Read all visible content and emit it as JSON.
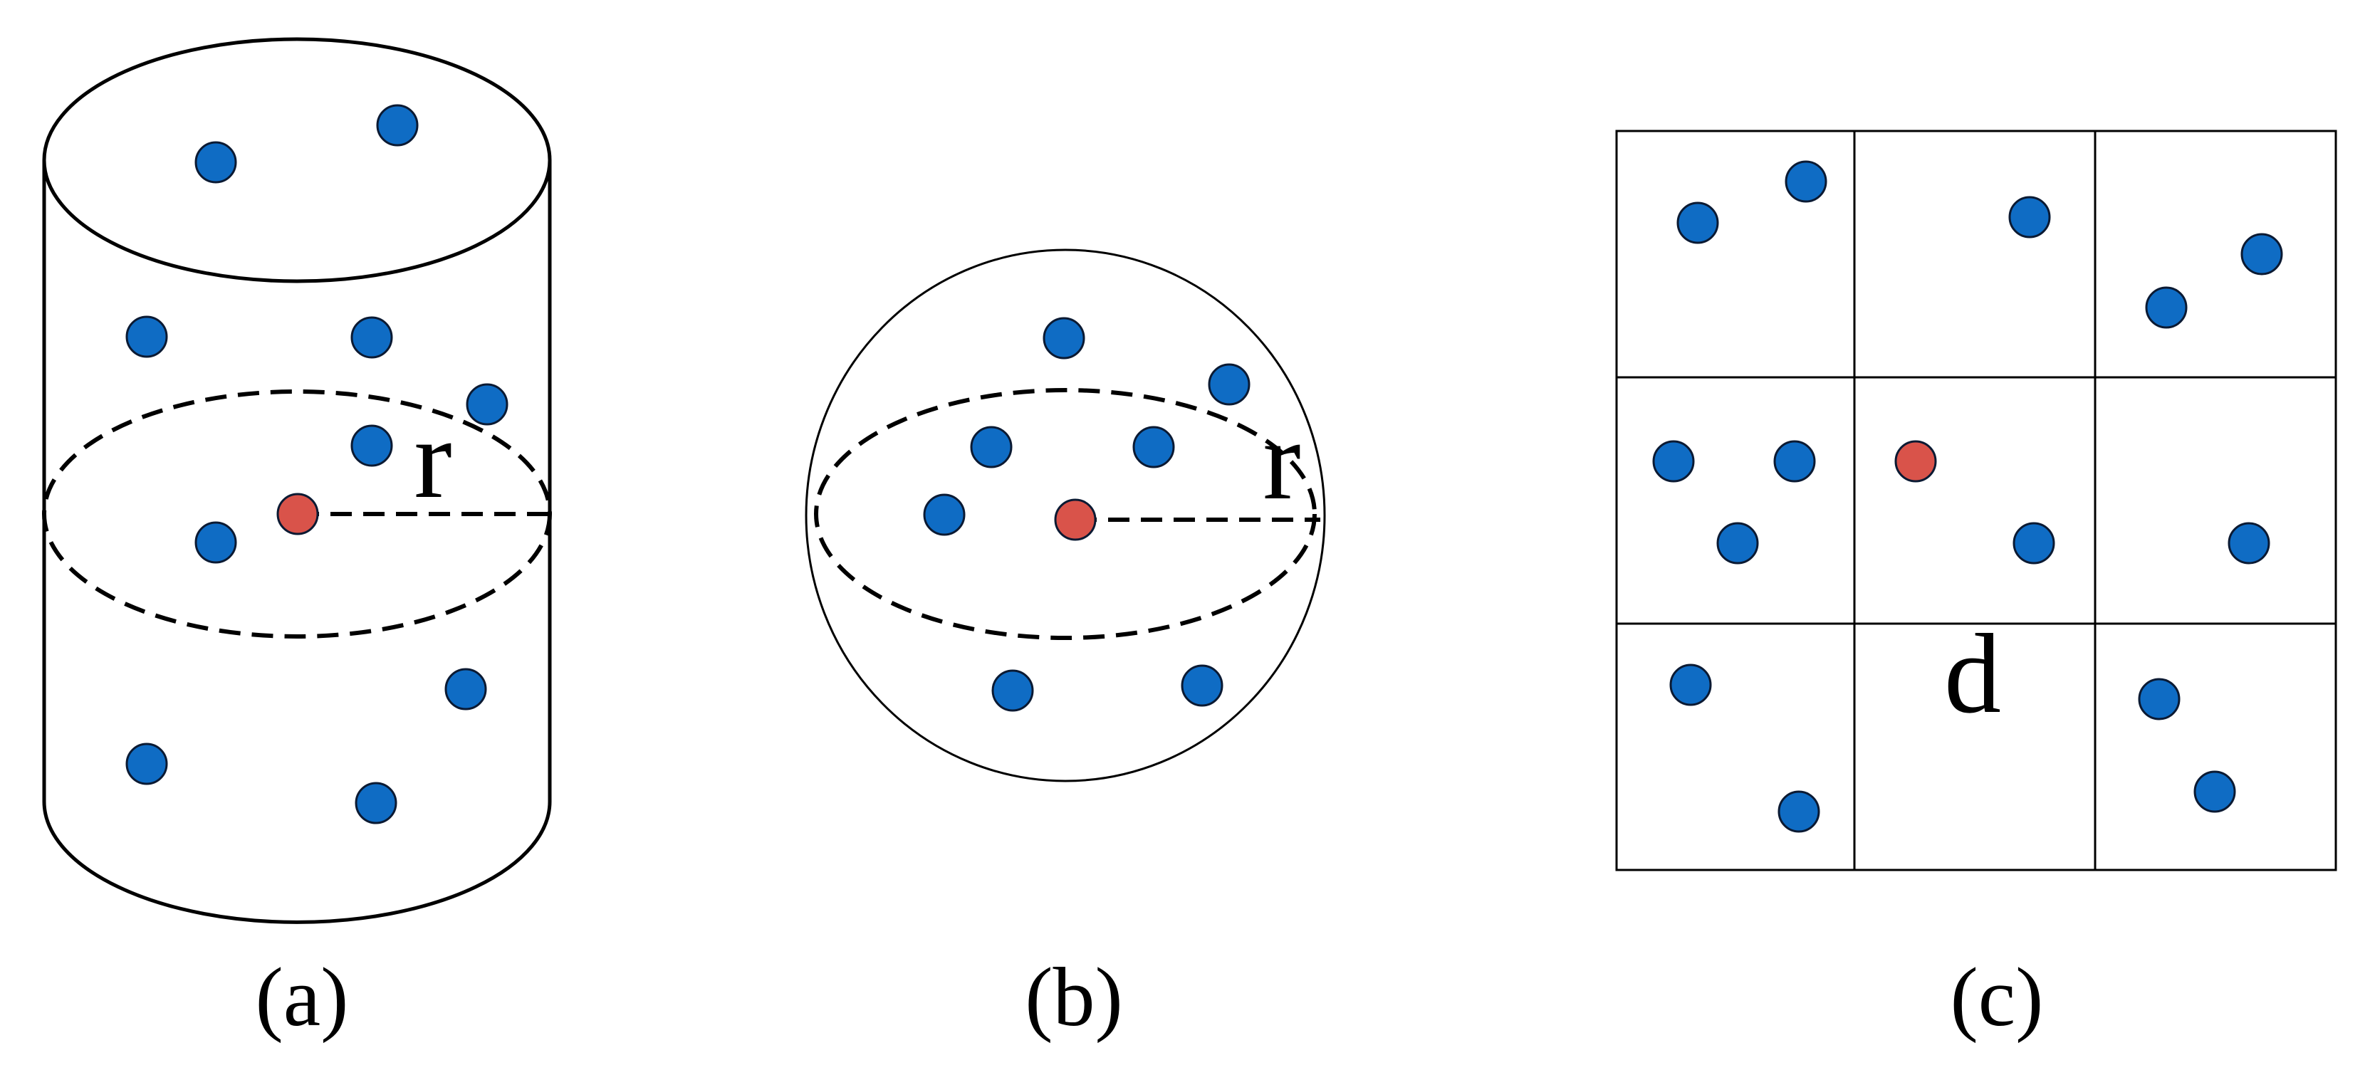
{
  "colors": {
    "neighbor": "#0f6cc4",
    "center": "#d9534a",
    "line": "#000000",
    "background": "#ffffff"
  },
  "panels": [
    {
      "id": "a",
      "shape": "cylinder",
      "caption": "(a)",
      "symbol": "r"
    },
    {
      "id": "b",
      "shape": "sphere",
      "caption": "(b)",
      "symbol": "r"
    },
    {
      "id": "c",
      "shape": "grid",
      "caption": "(c)",
      "symbol": "d",
      "rows": 3,
      "cols": 3
    }
  ]
}
